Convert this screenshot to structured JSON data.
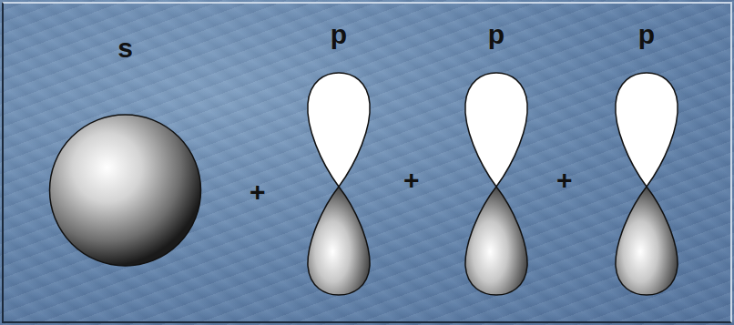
{
  "diagram": {
    "nodes": [
      {
        "text": [
          "s"
        ]
      },
      {
        "text": [
          "p"
        ]
      },
      {
        "text": [
          "p"
        ]
      },
      {
        "text": [
          "p"
        ]
      }
    ],
    "labels": [
      "+",
      "+",
      "+"
    ]
  }
}
